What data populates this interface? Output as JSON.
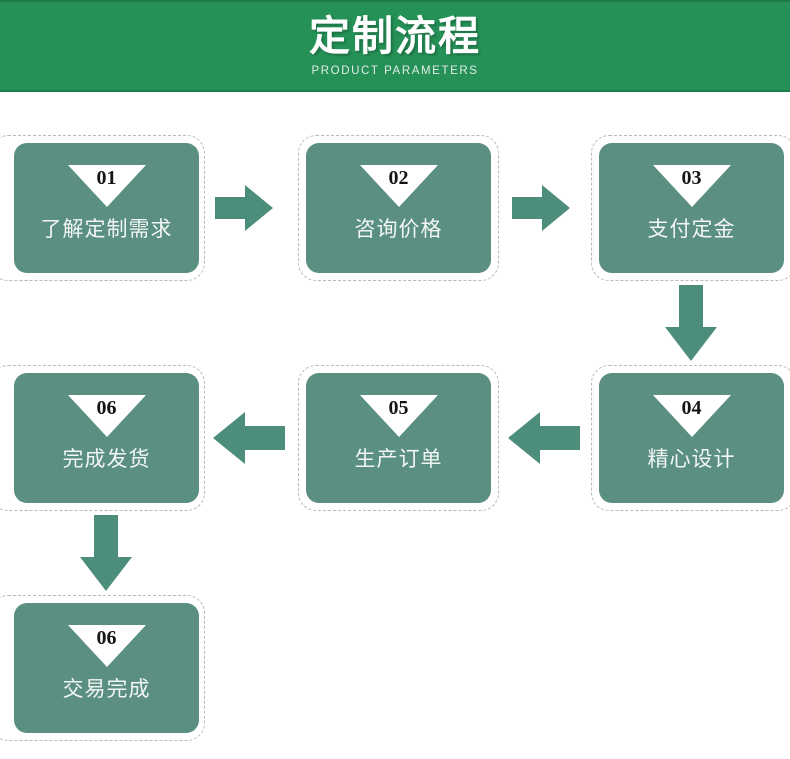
{
  "header": {
    "title": "定制流程",
    "subtitle": "PRODUCT PARAMETERS",
    "bg_color": "#259157",
    "title_color": "#ffffff",
    "subtitle_color": "#e2ece6"
  },
  "theme": {
    "node_color": "#5a8f81",
    "arrow_color": "#4d8d7c",
    "frame_border_color": "#b9b9b9",
    "node_label_color": "#f2f6f5",
    "number_color": "#151515",
    "triangle_color": "#ffffff",
    "page_bg": "#ffffff"
  },
  "flow": {
    "nodes": [
      {
        "number": "01",
        "label": "了解定制需求"
      },
      {
        "number": "02",
        "label": "咨询价格"
      },
      {
        "number": "03",
        "label": "支付定金"
      },
      {
        "number": "04",
        "label": "精心设计"
      },
      {
        "number": "05",
        "label": "生产订单"
      },
      {
        "number": "06",
        "label": "完成发货"
      },
      {
        "number": "06",
        "label": "交易完成"
      }
    ],
    "connectors": [
      {
        "from": "01",
        "to": "02",
        "direction": "right"
      },
      {
        "from": "02",
        "to": "03",
        "direction": "right"
      },
      {
        "from": "03",
        "to": "04",
        "direction": "down"
      },
      {
        "from": "04",
        "to": "05",
        "direction": "left"
      },
      {
        "from": "05",
        "to": "06",
        "direction": "left"
      },
      {
        "from": "06",
        "to": "交易完成",
        "direction": "down"
      }
    ]
  }
}
